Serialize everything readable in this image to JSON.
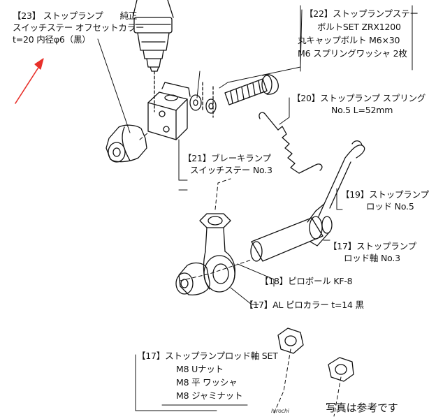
{
  "labels": {
    "l23": {
      "line1": "【23】 ストップランプ",
      "tag": "純正",
      "line2": "スイッチステー オフセットカラー",
      "line3": "t=20 内径φ6（黒）"
    },
    "l22": {
      "line1": "【22】ストップランプステー",
      "line2": "ボルトSET ZRX1200",
      "line3": "丸キャップボルト M6×30",
      "line4": "M6 スプリングワッシャ 2枚"
    },
    "l20": {
      "line1": "【20】ストップランプ スプリング",
      "line2": "No.5 L=52mm"
    },
    "l21": {
      "line1": "【21】ブレーキランプ",
      "line2": "スイッチステー No.3"
    },
    "l19": {
      "line1": "【19】ストップランプ",
      "line2": "ロッド No.5"
    },
    "l17a": {
      "line1": "【17】ストップランプ",
      "line2": "ロッド軸 No.3"
    },
    "l18": {
      "line1": "【18】ピロボール KF-8"
    },
    "l17b": {
      "line1": "【17】AL ピロカラー t=14 黒"
    },
    "l17c": {
      "line1": "【17】ストップランプロッド軸 SET",
      "line2": "M8  Uナット",
      "line3": "M8  平 ワッシャ",
      "line4": "M8 ジャミナット"
    }
  },
  "footer": {
    "note": "写真は参考です",
    "watermark": "hirochi"
  },
  "colors": {
    "ink": "#111111",
    "arrow": "#e8302a",
    "background": "#ffffff"
  }
}
